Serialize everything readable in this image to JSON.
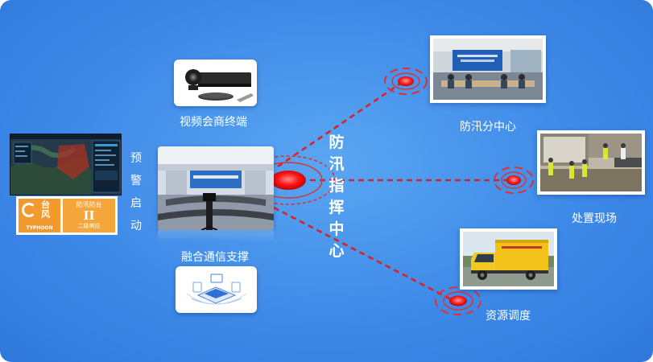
{
  "hub": {
    "title_chars": [
      "防",
      "汛",
      "指",
      "挥",
      "中",
      "心"
    ]
  },
  "left": {
    "warning_chars": [
      "预",
      "警",
      "启",
      "动"
    ],
    "typhoon_badge": {
      "line1": "台",
      "line2": "风",
      "sub": "TYPHOON"
    },
    "level_badge": {
      "title": "防汛防台",
      "level": "II",
      "sub": "二级响应"
    }
  },
  "nodes": {
    "video_conf": {
      "label": "视频会商终端"
    },
    "fusion": {
      "label": "融合通信支撑"
    },
    "branch_center": {
      "label": "防汛分中心"
    },
    "onsite": {
      "label": "处置现场"
    },
    "resource": {
      "label": "资源调度"
    }
  },
  "colors": {
    "background": "#3e8ae8",
    "link": "#d9222a",
    "hub": "#ff1a1a"
  }
}
